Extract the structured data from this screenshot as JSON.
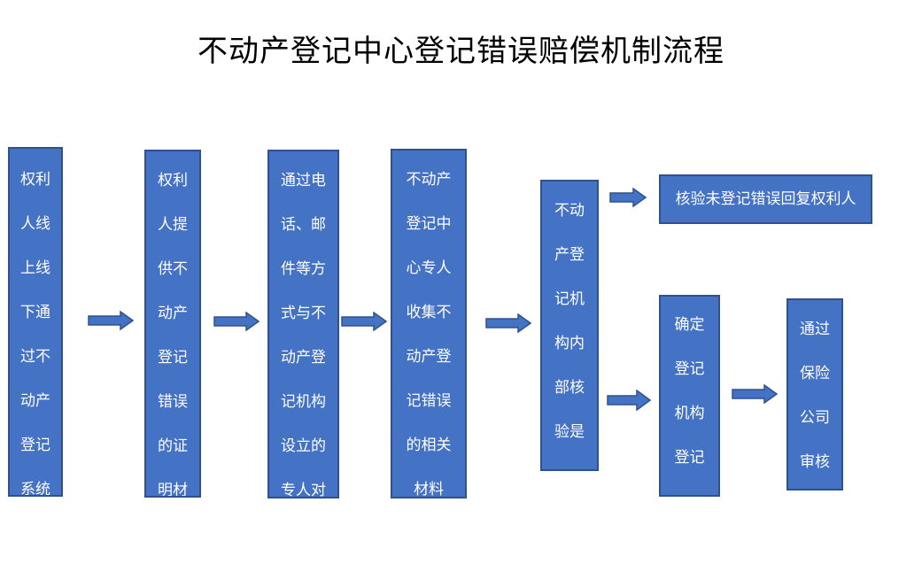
{
  "title": "不动产登记中心登记错误赔偿机制流程",
  "colors": {
    "box_fill": "#4472C4",
    "box_border": "#2F528F",
    "text": "#FFFFFF"
  },
  "steps": [
    {
      "lines": [
        "权利",
        "人线",
        "上线",
        "下通",
        "过不",
        "动产",
        "登记",
        "系统"
      ]
    },
    {
      "lines": [
        "权利",
        "人提",
        "供不",
        "动产",
        "登记",
        "错误",
        "的证",
        "明材"
      ]
    },
    {
      "lines": [
        "通过电",
        "话、邮",
        "件等方",
        "式与不",
        "动产登",
        "记机构",
        "设立的",
        "专人对"
      ]
    },
    {
      "lines": [
        "不动产",
        "登记中",
        "心专人",
        "收集不",
        "动产登",
        "记错误",
        "的相关",
        "材料"
      ]
    },
    {
      "lines": [
        "不动",
        "产登",
        "记机",
        "构内",
        "部核",
        "验是"
      ]
    },
    {
      "lines": [
        "核验未登记错误回复权利人"
      ]
    },
    {
      "lines": [
        "确定",
        "登记",
        "机构",
        "登记"
      ]
    },
    {
      "lines": [
        "通过",
        "保险",
        "公司",
        "审核"
      ]
    }
  ]
}
